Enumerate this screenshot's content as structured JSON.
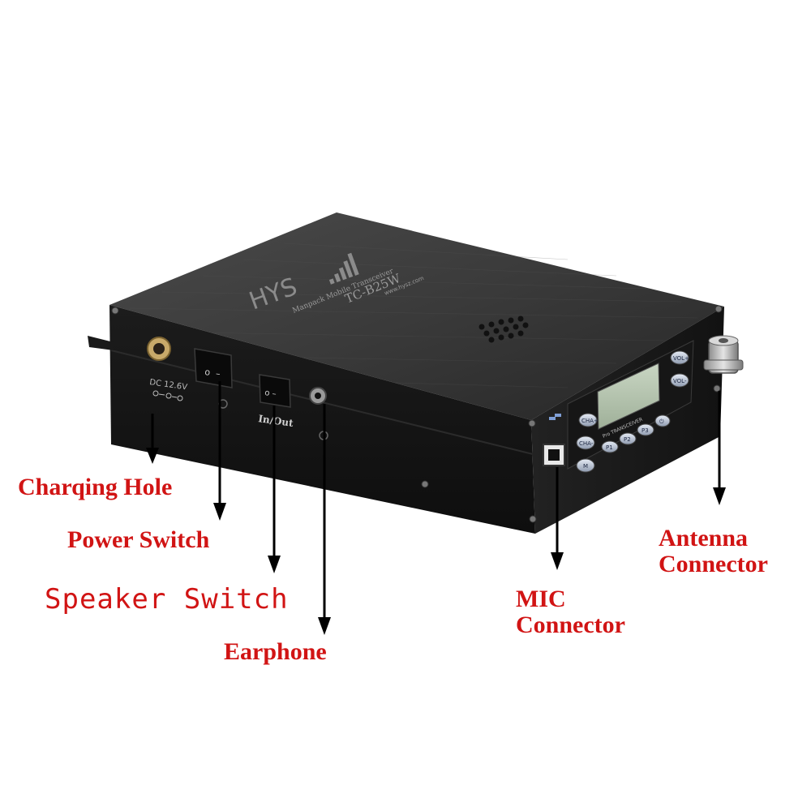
{
  "colors": {
    "label_red": "#d11414",
    "device_body": "#2a2a2a",
    "lcd": "#b8c7b1"
  },
  "device": {
    "brand": "HYS",
    "subtitle": "Manpack Mobile Transceiver",
    "model": "TC-B25W",
    "website": "www.hysz.com",
    "dc_label": "DC 12.6V",
    "speaker_switch_label": "In/Out",
    "power_switch_glyphs": "o  –",
    "speaker_switch_glyphs": "o –",
    "front_keys": [
      "CHA+",
      "CHA-",
      "M",
      "P1",
      "P2",
      "P3",
      "⏻",
      "VOL+",
      "VOL-"
    ],
    "front_badge": "Pro TRANSCEIVER"
  },
  "callouts": {
    "charging_hole": "Charqing Hole",
    "power_switch": "Power Switch",
    "speaker_switch": "Speaker Switch",
    "earphone": "Earphone",
    "mic_line1": "MIC",
    "mic_line2": "Connector",
    "antenna_line1": "Antenna",
    "antenna_line2": "Connector"
  }
}
